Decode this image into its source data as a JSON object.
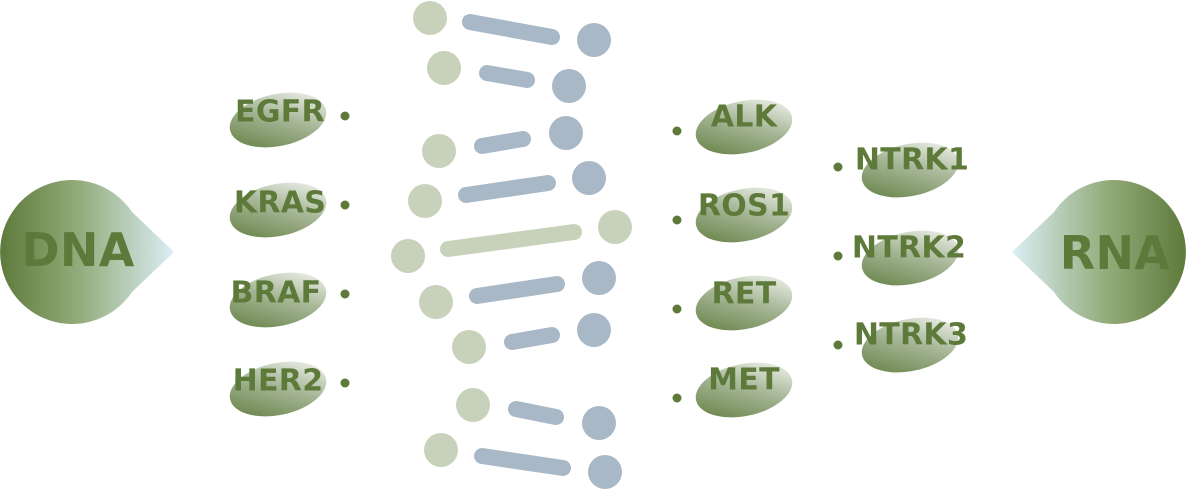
{
  "dna_label": "DNA",
  "rna_label": "RNA",
  "dna_genes": [
    "EGFR",
    "KRAS",
    "BRAF",
    "HER2"
  ],
  "rna_genes_inner": [
    "ALK",
    "ROS1",
    "RET",
    "MET"
  ],
  "rna_genes_outer": [
    "NTRK1",
    "NTRK2",
    "NTRK3"
  ],
  "colors": {
    "green_dark": "#5e7a3b",
    "green_light": "#c8d2bb",
    "blue_gray": "#a8b8c6",
    "light_blue": "#d8ecf2",
    "text_green": "#5d7a3a"
  }
}
